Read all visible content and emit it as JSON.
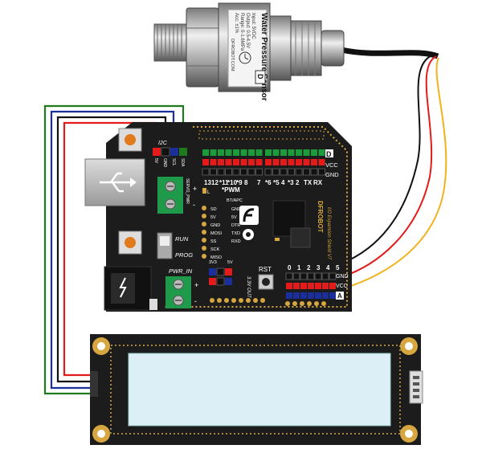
{
  "sensor": {
    "title": "Water Pressure Sensor",
    "specs": [
      "Input: 5VDC",
      "Output: 0.5-4.5V",
      "Range: 0-1.6MPa",
      "Acc: ±1%"
    ],
    "brand": "DFROBOT.COM",
    "d_mark": "D"
  },
  "i2c": {
    "label": "I2C",
    "pins": [
      "5V",
      "GND",
      "SCL",
      "SDA"
    ]
  },
  "digital": {
    "header_d": "D",
    "vcc": "VCC",
    "gnd": "GND",
    "pwm_label": "*PWM",
    "numbers": [
      "13",
      "12",
      "*11",
      "*10",
      "*9",
      "8",
      "7",
      "*6",
      "*5",
      "4",
      "*3",
      "2",
      "TX",
      "RX"
    ]
  },
  "servo": {
    "label": "SERVO_PWR",
    "plus": "+",
    "minus": "-"
  },
  "bt": {
    "label": "BT/APC",
    "pins": [
      "GND",
      "5V",
      "DTR",
      "TXD",
      "RXD"
    ]
  },
  "spi": {
    "pins": [
      "SD",
      "5V",
      "GND",
      "MOSI",
      "SS",
      "SCK",
      "MISO"
    ]
  },
  "switch": {
    "run": "RUN",
    "prog": "PROG"
  },
  "power": {
    "label": "PWR_IN",
    "plus": "+",
    "minus": "-"
  },
  "out3v3": {
    "label": "3V3",
    "label5v": "5V",
    "out": "3.3V OUT"
  },
  "rst": "RST",
  "analog": {
    "numbers": [
      "0",
      "1",
      "2",
      "3",
      "4",
      "5"
    ],
    "gnd": "GND",
    "vcc": "VCC",
    "a": "A"
  },
  "shield": {
    "brand": "DFROBOT",
    "name": "I/O Expansion Shield V7"
  },
  "colors": {
    "board": "#1c1c1c",
    "red": "#e41b1b",
    "green_wire": "#1d7a1d",
    "blue_wire": "#1a2f9c",
    "yellow_wire": "#f2b21f",
    "lcd": "#dceef6",
    "pcb_gold": "#d6a640"
  }
}
